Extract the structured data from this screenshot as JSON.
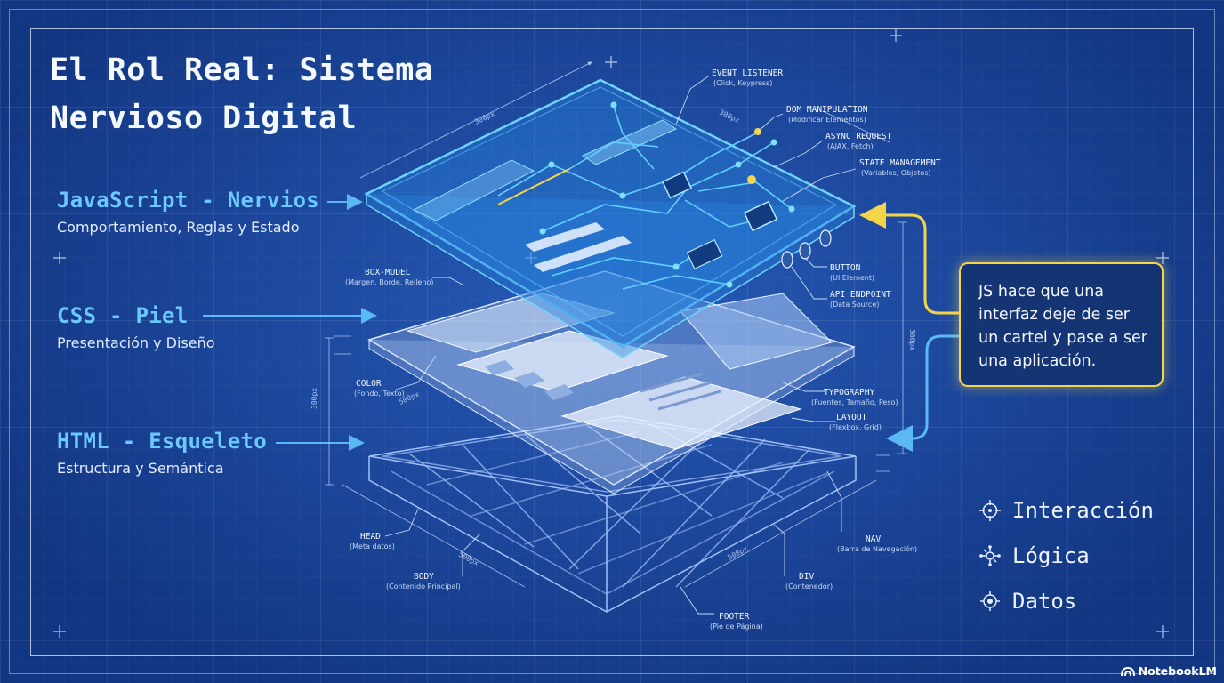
{
  "title": "El Rol Real: Sistema\nNervioso Digital",
  "layers": {
    "js": {
      "name": "JavaScript - Nervios",
      "desc": "Comportamiento, Reglas y Estado"
    },
    "css": {
      "name": "CSS - Piel",
      "desc": "Presentación y Diseño"
    },
    "html": {
      "name": "HTML - Esqueleto",
      "desc": "Estructura y Semántica"
    }
  },
  "annotations": {
    "event_listener": {
      "title": "EVENT LISTENER",
      "sub": "(Click, Keypress)"
    },
    "dom_manipulation": {
      "title": "DOM MANIPULATION",
      "sub": "(Modificar Elementos)"
    },
    "async_request": {
      "title": "ASYNC REQUEST",
      "sub": "(AJAX, Fetch)"
    },
    "state_management": {
      "title": "STATE MANAGEMENT",
      "sub": "(Variables, Objetos)"
    },
    "button": {
      "title": "BUTTON",
      "sub": "(UI Element)"
    },
    "api_endpoint": {
      "title": "API ENDPOINT",
      "sub": "(Data Source)"
    },
    "box_model": {
      "title": "BOX-MODEL",
      "sub": "(Margen, Borde, Relleno)"
    },
    "color": {
      "title": "COLOR",
      "sub": "(Fondo, Texto)"
    },
    "typography": {
      "title": "TYPOGRAPHY",
      "sub": "(Fuentes, Tamaño, Peso)"
    },
    "layout": {
      "title": "LAYOUT",
      "sub": "(Flexbox, Grid)"
    },
    "head": {
      "title": "HEAD",
      "sub": "(Meta datos)"
    },
    "body": {
      "title": "BODY",
      "sub": "(Contenido Principal)"
    },
    "nav": {
      "title": "NAV",
      "sub": "(Barra de Navegación)"
    },
    "div": {
      "title": "DIV",
      "sub": "(Contenedor)"
    },
    "footer": {
      "title": "FOOTER",
      "sub": "(Pie de Página)"
    }
  },
  "callout": "JS hace que una interfaz deje de ser un cartel y pase a ser una aplicación.",
  "legend": [
    {
      "label": "Interacción",
      "icon": "crosshair-icon"
    },
    {
      "label": "Lógica",
      "icon": "logic-node-icon"
    },
    {
      "label": "Datos",
      "icon": "data-node-icon"
    }
  ],
  "brand": "NotebookLM",
  "colors": {
    "background": "#1a4aa3",
    "js_layer": "#6cc9ff",
    "callout_border": "#f3d54a",
    "callout_arrow": "#f3d54a",
    "html_arrow": "#5ab8f5"
  }
}
